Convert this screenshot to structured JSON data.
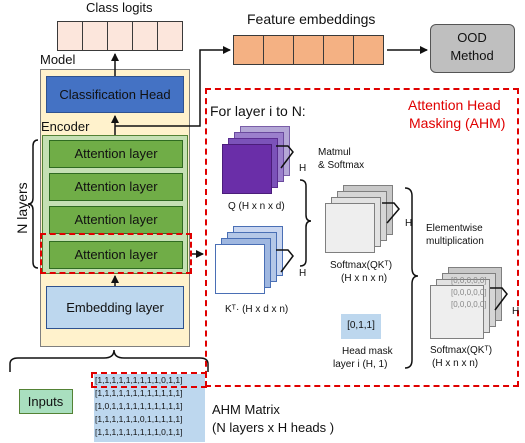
{
  "class_logits_label": "Class logits",
  "feature_embeddings_label": "Feature embeddings",
  "ood_method": [
    "OOD",
    "Method"
  ],
  "model_label": "Model",
  "classification_head_label": "Classification Head",
  "encoder_label": "Encoder",
  "n_layers_label": "N layers",
  "attention_layers": [
    "Attention layer",
    "Attention layer",
    "Attention layer",
    "Attention layer"
  ],
  "embedding_layer_label": "Embedding layer",
  "inputs_label": "Inputs",
  "ahm_matrix_rows": [
    "[1,1,1,1,1,1,1,1,1,0,1,1]",
    "[1,1,1,1,1,1,1,1,1,1,1,1]",
    "[1,0,1,1,1,1,1,1,1,1,1,1]",
    "[1,1,1,1,1,1,0,1,1,1,1,1]",
    "[1,1,1,1,1,1,1,1,1,0,1,1]"
  ],
  "ahm_matrix_label": [
    "AHM Matrix",
    "(N layers x H heads )"
  ],
  "ahm": {
    "title": [
      "Attention Head",
      "Masking (AHM)"
    ],
    "loop_label": "For layer i to N:",
    "h_label": "H",
    "q_label": "Q (H x n x d)",
    "k_label": "Kᵀ· (H x d x n)",
    "matmul_label": [
      "Matmul",
      "& Softmax"
    ],
    "softmax_label": [
      "Softmax(QKᵀ)",
      "(H x n x n)"
    ],
    "elementwise_label": [
      "Elementwise",
      "multiplication"
    ],
    "head_mask_value": "[0,1,1]",
    "head_mask_label": [
      "Head mask",
      "layer i  (H, 1)"
    ],
    "result_rows": [
      "[0,0,0,0,0]",
      "[0,0,0,0,0]",
      "[0,0,0,0,0]"
    ],
    "result_label": [
      "Softmax(QKᵀ)",
      "(H x n x n)"
    ]
  },
  "colors": {
    "attention_layer": "#70ad47",
    "classification_head": "#4472c4",
    "embedding_layer": "#bdd7ee",
    "model_bg": "#fff2cc",
    "ood_method": "#bfbfbf",
    "ahm_border": "#e00000",
    "inputs": "#a9dfbf"
  }
}
